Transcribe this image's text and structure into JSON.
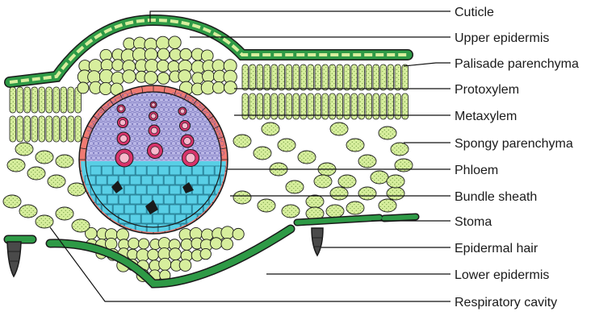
{
  "diagram": {
    "labels": [
      {
        "id": "cuticle",
        "text": "Cuticle"
      },
      {
        "id": "upper-epidermis",
        "text": "Upper epidermis"
      },
      {
        "id": "palisade-parenchyma",
        "text": "Palisade parenchyma"
      },
      {
        "id": "protoxylem",
        "text": "Protoxylem"
      },
      {
        "id": "metaxylem",
        "text": "Metaxylem"
      },
      {
        "id": "spongy-parenchyma",
        "text": "Spongy parenchyma"
      },
      {
        "id": "phloem",
        "text": "Phloem"
      },
      {
        "id": "bundle-sheath",
        "text": "Bundle sheath"
      },
      {
        "id": "stoma",
        "text": "Stoma"
      },
      {
        "id": "epidermal-hair",
        "text": "Epidermal hair"
      },
      {
        "id": "lower-epidermis",
        "text": "Lower epidermis"
      },
      {
        "id": "respiratory-cavity",
        "text": "Respiratory cavity"
      }
    ],
    "colors": {
      "parenchyma_fill": "#d7ee9d",
      "parenchyma_dots": "#7aa34a",
      "epidermis": "#2e9a46",
      "xylem_bg": "#b9b6e6",
      "xylem_vessel": "#d8336b",
      "phloem": "#59cfe6",
      "bundle_sheath": "#ef7a72",
      "hair": "#4a4a4a",
      "outline": "#1a1a1a"
    }
  }
}
